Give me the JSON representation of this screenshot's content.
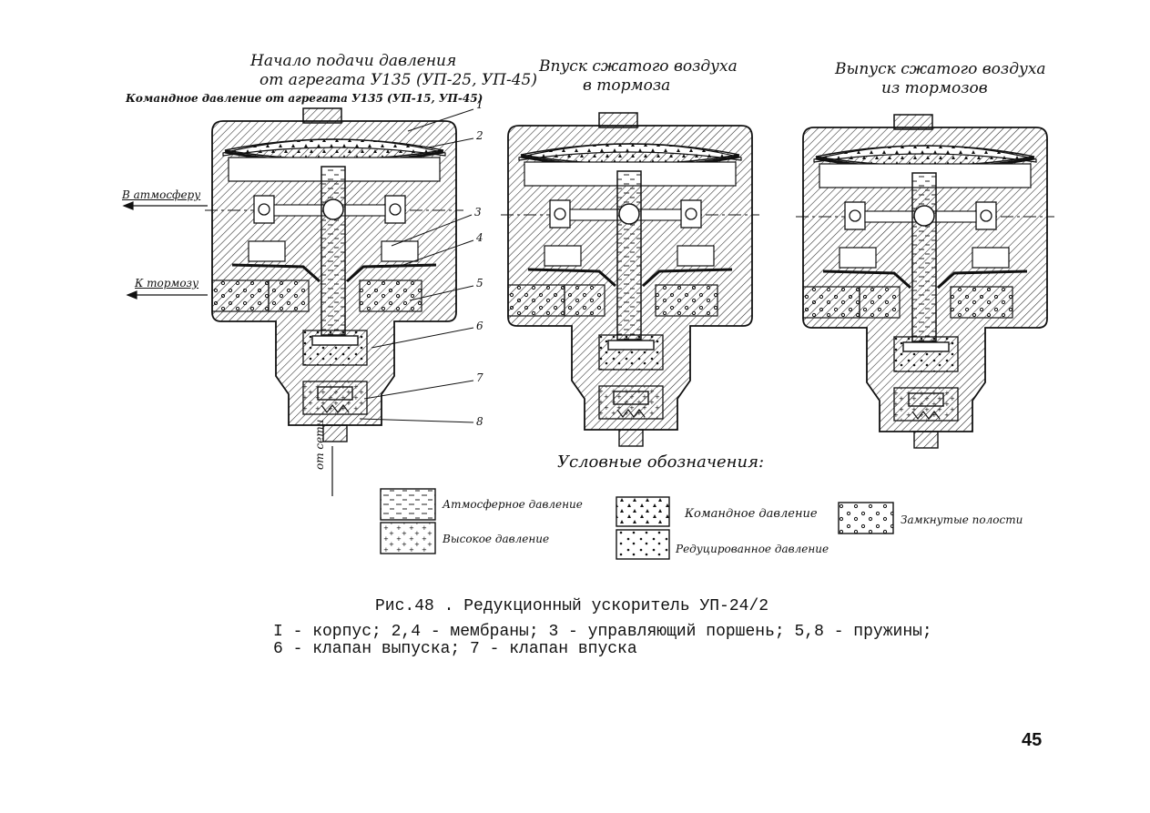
{
  "panels": [
    {
      "title_line1": "Начало подачи давления",
      "title_line2": "от агрегата У135 (УП-25, УП-45)"
    },
    {
      "title_line1": "Впуск сжатого воздуха",
      "title_line2": "в тормоза"
    },
    {
      "title_line1": "Выпуск сжатого воздуха",
      "title_line2": "из тормозов"
    }
  ],
  "annotations": {
    "command_pressure": "Командное давление от агрегата У135 (УП-15, УП-45)",
    "to_atmosphere": "В атмосферу",
    "to_brake": "К тормозу",
    "from_network": "от сети",
    "callouts": [
      "1",
      "2",
      "3",
      "4",
      "5",
      "6",
      "7",
      "8"
    ]
  },
  "legend": {
    "title": "Условные обозначения:",
    "items": [
      {
        "label": "Атмосферное давление"
      },
      {
        "label": "Командное давление"
      },
      {
        "label": "Замкнутые полости"
      },
      {
        "label": "Высокое давление"
      },
      {
        "label": "Редуцированное давление"
      }
    ]
  },
  "caption": {
    "title": "Рис.48 . Редукционный ускоритель УП-24/2",
    "line1": "I - корпус; 2,4 - мембраны; 3 - управляющий поршень; 5,8 - пружины;",
    "line2": "6 - клапан выпуска; 7 - клапан впуска"
  },
  "page_number": "45"
}
